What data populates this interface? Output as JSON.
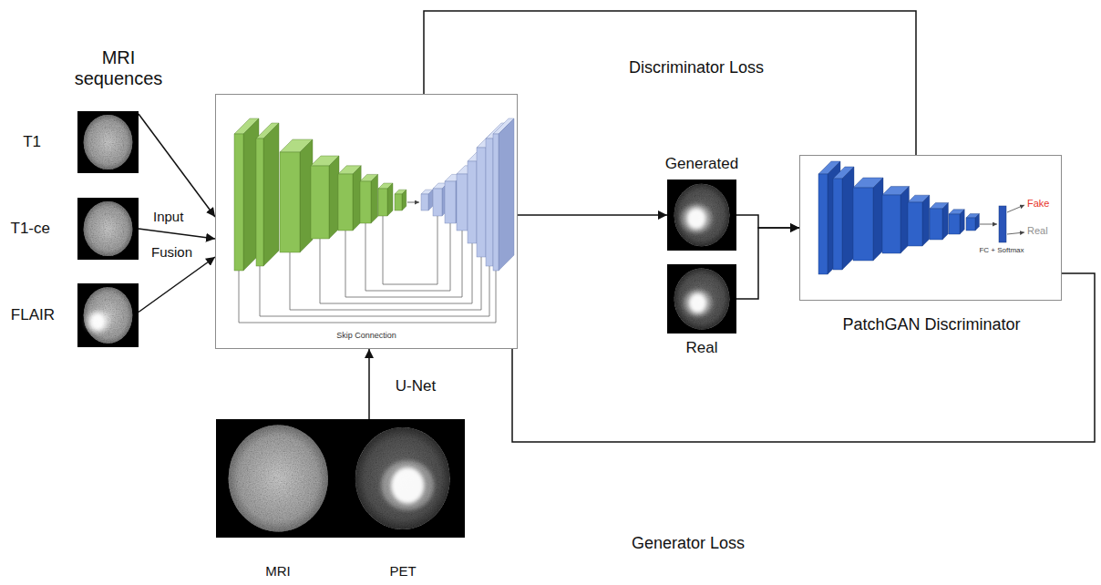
{
  "diagram": {
    "nodes": [
      {
        "text": [
          "T1"
        ]
      },
      {
        "text": [
          "T1-ce"
        ]
      },
      {
        "text": [
          "FLAIR"
        ]
      },
      {
        "text": [
          "U-Net"
        ]
      },
      {
        "text": [
          "Generated"
        ]
      },
      {
        "text": [
          "Real"
        ]
      },
      {
        "text": [
          "PatchGAN Discriminator"
        ]
      },
      {
        "text": [
          "MRI",
          "PET"
        ]
      }
    ],
    "edges": [
      {
        "from": 0,
        "to": 3,
        "arrow": "to"
      },
      {
        "from": 1,
        "to": 3,
        "arrow": "to"
      },
      {
        "from": 2,
        "to": 3,
        "arrow": "to"
      },
      {
        "from": 7,
        "to": 3,
        "arrow": "to"
      },
      {
        "from": 3,
        "to": 4,
        "arrow": "to"
      },
      {
        "from": 4,
        "to": 6,
        "arrow": "to"
      },
      {
        "from": 5,
        "to": 6,
        "arrow": "to"
      },
      {
        "from": 3,
        "to": 6,
        "label": "Discriminator Loss",
        "arrow": "none"
      },
      {
        "from": 6,
        "to": 3,
        "label": "Generator Loss",
        "arrow": "none"
      }
    ],
    "labels": [
      "MRI sequences",
      "Input",
      "Fusion",
      "Skip Connection",
      "Fake",
      "Real",
      "FC + Softmax"
    ]
  }
}
